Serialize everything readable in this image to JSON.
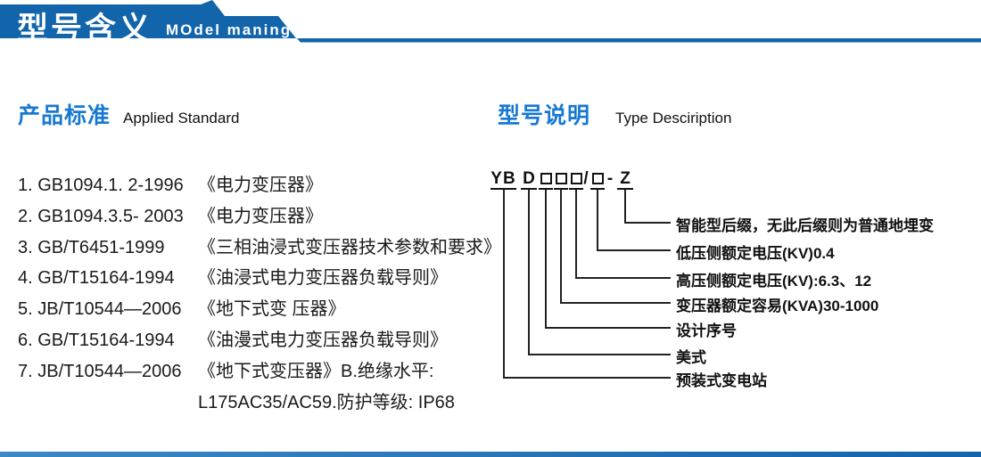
{
  "header": {
    "title_cn": "型号含义",
    "title_en": "MOdel maning",
    "bar_color": "#1264ab"
  },
  "left_section": {
    "heading_cn": "产品标准",
    "heading_en": "Applied Standard",
    "items": [
      {
        "code": "1. GB1094.1. 2-1996",
        "title": "《电力变压器》"
      },
      {
        "code": "2. GB1094.3.5- 2003",
        "title": "《电力变压器》"
      },
      {
        "code": "3. GB/T6451-1999",
        "title": "《三相油浸式变压器技术参数和要求》"
      },
      {
        "code": "4. GB/T15164-1994",
        "title": "《油浸式电力变压器负载导则》"
      },
      {
        "code": "5. JB/T10544—2006",
        "title": "《地下式变 压器》"
      },
      {
        "code": "6. GB/T15164-1994",
        "title": "《油漫式电力变压器负载导则》"
      },
      {
        "code": "7. JB/T10544—2006",
        "title": "《地下式变压器》B.绝缘水平:"
      },
      {
        "code": "",
        "title": "L175AC35/AC59.防护等级: IP68"
      }
    ]
  },
  "right_section": {
    "heading_cn": "型号说明",
    "heading_en": "Type Desciription",
    "code": {
      "part_yb": "YB",
      "part_d": "D",
      "slash": "/",
      "dash": "-",
      "suffix": "Z"
    },
    "labels": [
      "智能型后缀，无此后缀则为普通地埋变",
      "低压侧额定电压(KV)0.4",
      "高压侧额定电压(KV):6.3、12",
      "变压器额定容易(KVA)30-1000",
      "设计序号",
      "美式",
      "预装式变电站"
    ]
  },
  "colors": {
    "header_blue": "#1264ab",
    "accent_text_blue": "#1779d2",
    "line_black": "#222222"
  }
}
